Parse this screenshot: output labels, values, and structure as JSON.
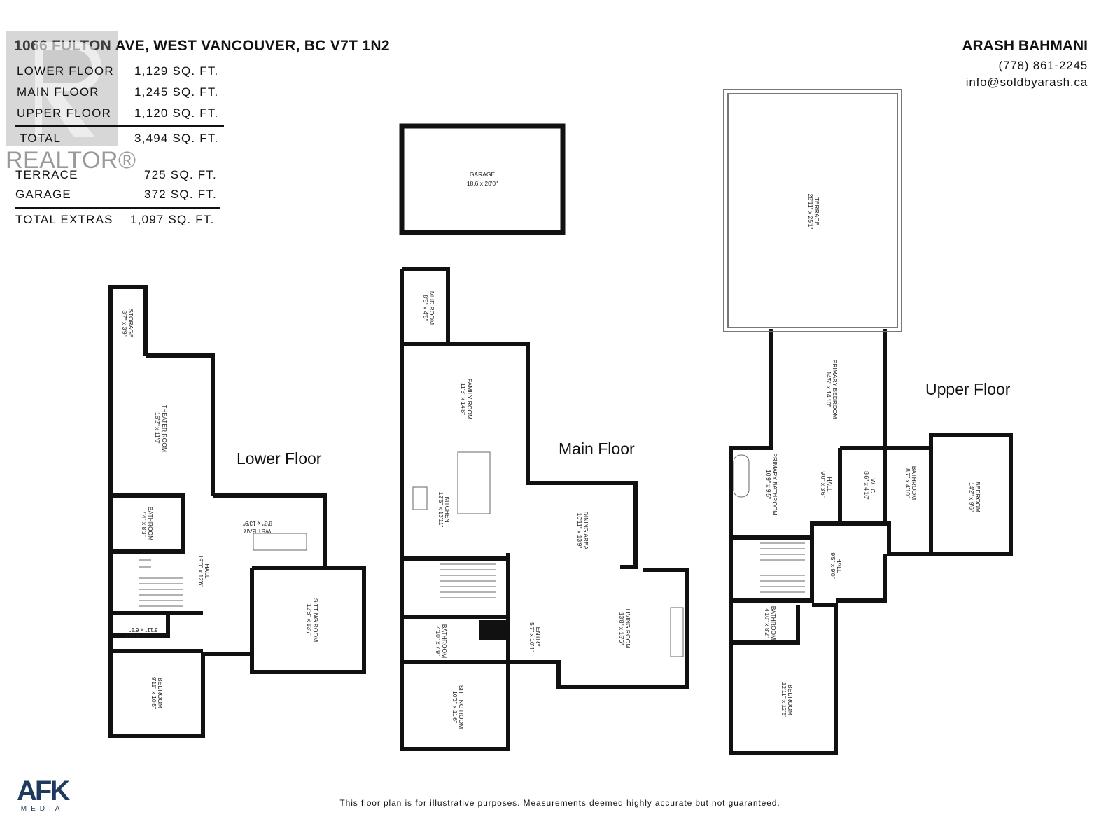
{
  "header": {
    "address": "1066 FULTON AVE, WEST VANCOUVER, BC V7T 1N2",
    "agent_name": "ARASH BAHMANI",
    "agent_phone": "(778) 861-2245",
    "agent_email": "info@soldbyarash.ca"
  },
  "areas": {
    "floors": [
      {
        "label": "LOWER FLOOR",
        "value": "1,129 SQ. FT."
      },
      {
        "label": "MAIN FLOOR",
        "value": "1,245 SQ. FT."
      },
      {
        "label": "UPPER FLOOR",
        "value": "1,120 SQ. FT."
      }
    ],
    "total": {
      "label": "TOTAL",
      "value": "3,494 SQ. FT."
    },
    "extras": [
      {
        "label": "TERRACE",
        "value": "725 SQ. FT."
      },
      {
        "label": "GARAGE",
        "value": "372 SQ. FT."
      }
    ],
    "total_extras": {
      "label": "TOTAL EXTRAS",
      "value": "1,097 SQ. FT."
    }
  },
  "watermark": {
    "text": "REALTOR®"
  },
  "floors": {
    "lower": "Lower Floor",
    "main": "Main Floor",
    "upper": "Upper Floor"
  },
  "rooms": {
    "storage": {
      "name": "STORAGE",
      "dims": "8'7\" x 3'9\""
    },
    "theater": {
      "name": "THEATER ROOM",
      "dims": "16'2\" x 11'9\""
    },
    "lower_bath": {
      "name": "BATHROOM",
      "dims": "7'4\" x 8'3\""
    },
    "wet_bar": {
      "name": "WET BAR",
      "dims": "8'8\" x 13'9\""
    },
    "lower_hall": {
      "name": "HALL",
      "dims": "19'0\" x 12'6\""
    },
    "lower_sitting": {
      "name": "SITTING ROOM",
      "dims": "12'8\" x 13'7\""
    },
    "utility": {
      "name": "UTILITY",
      "dims": "3'11\" x 6'5\""
    },
    "lower_bedroom": {
      "name": "BEDROOM",
      "dims": "9'11\" x 10'5\""
    },
    "garage": {
      "name": "GARAGE",
      "dims": "18.6 x 20'0\""
    },
    "mud_room": {
      "name": "MUD ROOM",
      "dims": "8'5\" x 4'8\""
    },
    "family_room": {
      "name": "FAMILY ROOM",
      "dims": "11'3\" x 14'8\""
    },
    "kitchen": {
      "name": "KITCHEN",
      "dims": "12'5\" x 13'11\""
    },
    "dining": {
      "name": "DINING AREA",
      "dims": "10'11\" x 13'9\""
    },
    "living": {
      "name": "LIVING ROOM",
      "dims": "13'8\" x 15'6\""
    },
    "main_bath": {
      "name": "BATHROOM",
      "dims": "4'10\" x 7'9\""
    },
    "entry": {
      "name": "ENTRY",
      "dims": "5'7\" x 10'4\""
    },
    "main_sitting": {
      "name": "SITTING ROOM",
      "dims": "10'3\" x 11'6\""
    },
    "terrace": {
      "name": "TERRACE",
      "dims": "28'11\" x 25'1\""
    },
    "primary_bedroom": {
      "name": "PRIMARY BEDROOM",
      "dims": "14'5\" x 14'10\""
    },
    "primary_bath": {
      "name": "PRIMARY BATHROOM",
      "dims": "10'9\" x 9'5\""
    },
    "upper_hall1": {
      "name": "HALL",
      "dims": "9'0\" x 3'6\""
    },
    "wic": {
      "name": "W.I.C",
      "dims": "8'6\" x 4'10\""
    },
    "upper_bath1": {
      "name": "BATHROOM",
      "dims": "8'7\" x 4'10\""
    },
    "upper_bed1": {
      "name": "BEDROOM",
      "dims": "14'2\" x 9'6\""
    },
    "upper_hall2": {
      "name": "HALL",
      "dims": "9'5\" x 9'0\""
    },
    "upper_bath2": {
      "name": "BATHROOM",
      "dims": "4'10\" x 8'2\""
    },
    "upper_bed2": {
      "name": "BEDROOM",
      "dims": "12'11\" x 12'5\""
    }
  },
  "footer": {
    "logo_main": "AFK",
    "logo_sub": "MEDIA",
    "disclaimer": "This floor plan is for illustrative purposes. Measurements deemed highly accurate but not guaranteed."
  }
}
